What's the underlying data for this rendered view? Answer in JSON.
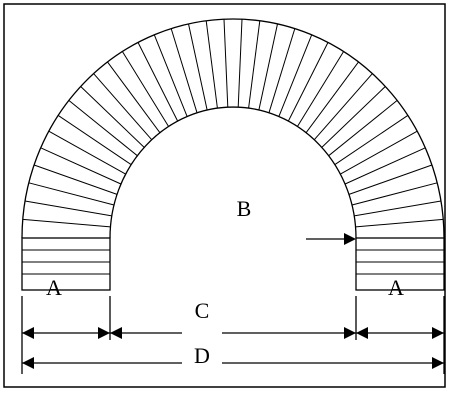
{
  "labels": {
    "left_leg": "A",
    "right_leg": "A",
    "opening": "B",
    "inner_span": "C",
    "outer_span": "D"
  },
  "colors": {
    "stroke": "#000000",
    "background": "#ffffff"
  }
}
